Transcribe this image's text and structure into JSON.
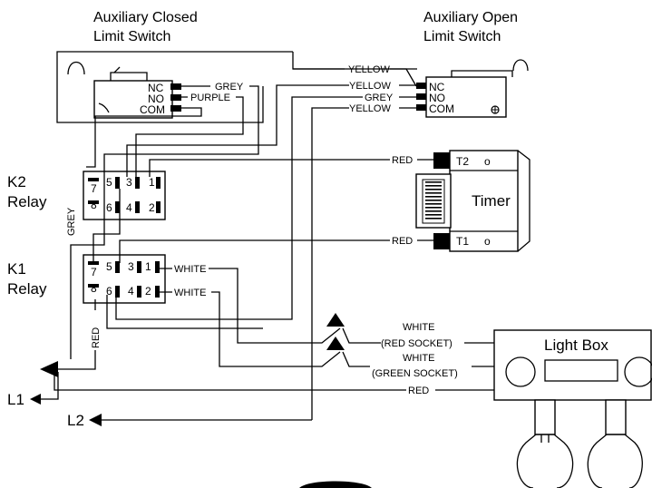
{
  "labels": {
    "aux_closed_title_1": "Auxiliary Closed",
    "aux_closed_title_2": "Limit Switch",
    "aux_open_title_1": "Auxiliary Open",
    "aux_open_title_2": "Limit Switch",
    "k2_relay_1": "K2",
    "k2_relay_2": "Relay",
    "k1_relay_1": "K1",
    "k1_relay_2": "Relay",
    "timer": "Timer",
    "light_box": "Light Box",
    "l1": "L1",
    "l2": "L2"
  },
  "switch_terminals": {
    "nc": "NC",
    "no": "NO",
    "com": "COM"
  },
  "timer_terminals": {
    "t2": "T2",
    "t1": "T1",
    "dot": "o"
  },
  "relay_pins": {
    "p1": "1",
    "p2": "2",
    "p3": "3",
    "p4": "4",
    "p5": "5",
    "p6": "6",
    "p7": "7",
    "p8": "8"
  },
  "wires": {
    "closed_nc": "GREY",
    "closed_no": "PURPLE",
    "open_top": "YELLOW",
    "open_nc": "YELLOW",
    "open_no": "GREY",
    "open_com": "YELLOW",
    "timer_t2": "RED",
    "timer_t1": "RED",
    "k1_1": "WHITE",
    "k1_2": "WHITE",
    "grey_vertical": "GREY",
    "red_vertical": "RED",
    "white_red_socket_1": "WHITE",
    "white_red_socket_2": "(RED SOCKET)",
    "white_green_socket_1": "WHITE",
    "white_green_socket_2": "(GREEN SOCKET)",
    "red_lightbox": "RED"
  }
}
